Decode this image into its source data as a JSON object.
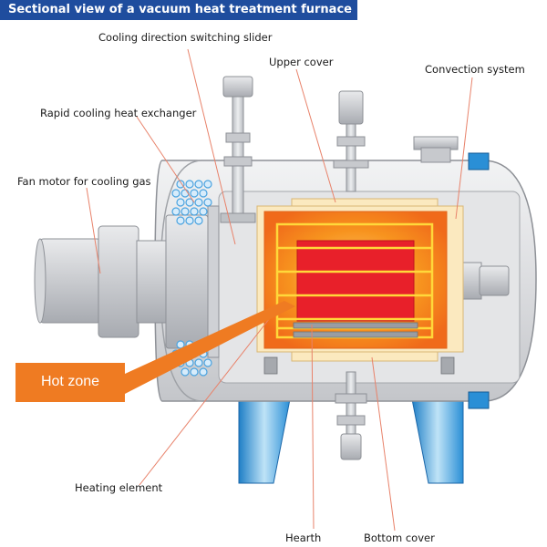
{
  "title": "Sectional view of a vacuum heat treatment furnace",
  "labels": {
    "cooling_slider": "Cooling direction switching slider",
    "upper_cover": "Upper cover",
    "convection_system": "Convection system",
    "rapid_cooling_hx": "Rapid cooling heat exchanger",
    "fan_motor": "Fan motor for cooling gas",
    "hot_zone": "Hot zone",
    "heating_element": "Heating element",
    "hearth": "Hearth",
    "bottom_cover": "Bottom cover"
  },
  "colors": {
    "title_bg": "#1f4d9e",
    "hot_zone_box": "#ef7b22",
    "leader_line": "#e8826a",
    "vessel": "#d9dadc",
    "hot_core": "#e8202a",
    "insulation": "#f7931e",
    "flange_blue": "#2a8fd6"
  }
}
